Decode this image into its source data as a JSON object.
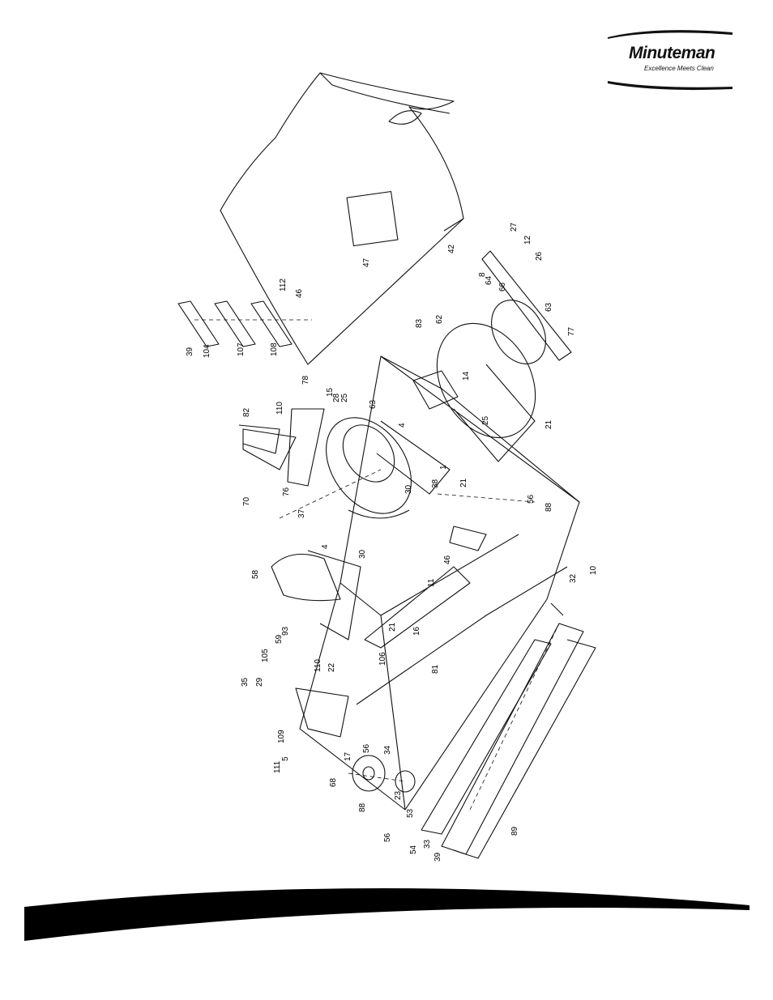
{
  "brand": {
    "name": "Minuteman",
    "tagline": "Excellence Meets Clean"
  },
  "diagram": {
    "part_numbers": [
      "47",
      "42",
      "112",
      "46",
      "39",
      "104",
      "107",
      "108",
      "83",
      "62",
      "64",
      "8",
      "66",
      "27",
      "12",
      "26",
      "63",
      "77",
      "14",
      "25",
      "21",
      "82",
      "110",
      "78",
      "15",
      "28",
      "25b",
      "63b",
      "4",
      "38",
      "1",
      "21b",
      "70",
      "76",
      "37",
      "30",
      "30b",
      "58",
      "4b",
      "93",
      "59",
      "105",
      "110b",
      "22",
      "35",
      "29",
      "109",
      "5",
      "111",
      "11",
      "46b",
      "21c",
      "16",
      "106",
      "81",
      "56",
      "88",
      "32",
      "10",
      "68",
      "17",
      "56b",
      "34",
      "23",
      "53",
      "54",
      "33",
      "39b",
      "89",
      "56c",
      "88b"
    ]
  },
  "labels": {
    "47": "47",
    "42": "42",
    "112": "112",
    "46": "46",
    "39": "39",
    "104": "104",
    "107": "107",
    "108": "108",
    "83": "83",
    "62": "62",
    "64": "64",
    "8": "8",
    "66": "66",
    "27": "27",
    "12": "12",
    "26": "26",
    "63": "63",
    "77": "77",
    "14": "14",
    "25": "25",
    "21": "21",
    "82": "82",
    "110": "110",
    "78": "78",
    "15": "15",
    "28": "28",
    "25b": "25",
    "63b": "63",
    "4": "4",
    "38": "38",
    "1": "1",
    "21b": "21",
    "70": "70",
    "76": "76",
    "37": "37",
    "30": "30",
    "30b": "30",
    "58": "58",
    "4b": "4",
    "93": "93",
    "59": "59",
    "105": "105",
    "110b": "110",
    "22": "22",
    "35": "35",
    "29": "29",
    "109": "109",
    "5": "5",
    "111": "111",
    "11": "11",
    "46b": "46",
    "21c": "21",
    "16": "16",
    "106": "106",
    "81": "81",
    "56": "56",
    "88": "88",
    "32": "32",
    "10": "10",
    "68": "68",
    "17": "17",
    "56b": "56",
    "34": "34",
    "23": "23",
    "53": "53",
    "54": "54",
    "33": "33",
    "39b": "39",
    "89": "89",
    "56c": "56",
    "88b": "88"
  }
}
